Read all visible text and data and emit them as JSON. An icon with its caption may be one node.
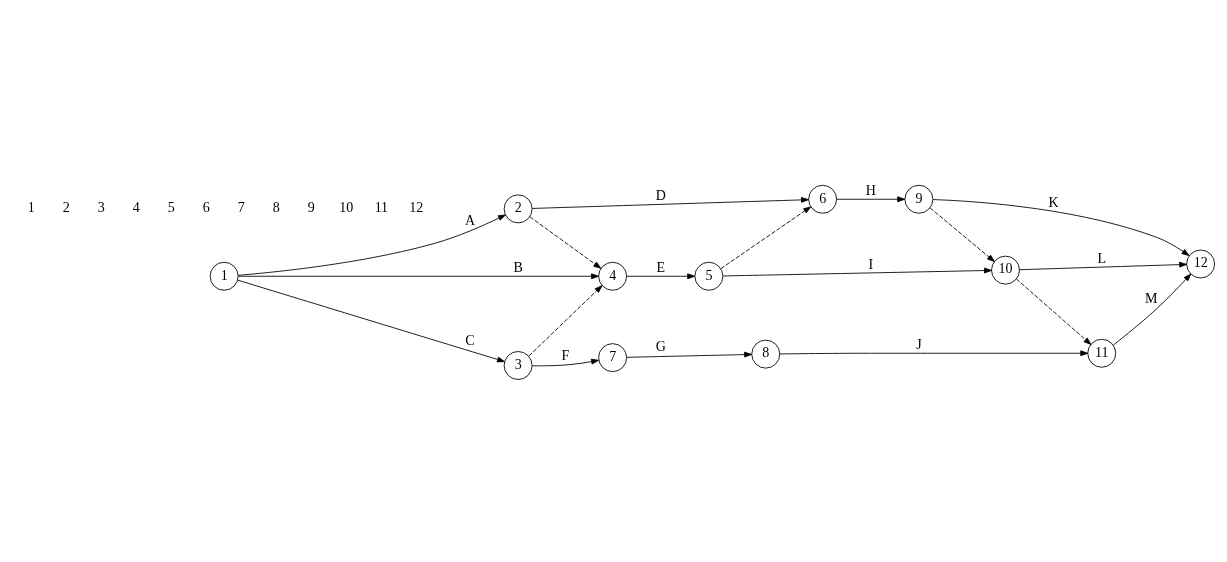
{
  "diagram": {
    "nodes": [
      {
        "text": [
          "1"
        ]
      },
      {
        "text": [
          "2"
        ]
      },
      {
        "text": [
          "3"
        ]
      },
      {
        "text": [
          "4"
        ]
      },
      {
        "text": [
          "5"
        ]
      },
      {
        "text": [
          "6"
        ]
      },
      {
        "text": [
          "7"
        ]
      },
      {
        "text": [
          "8"
        ]
      },
      {
        "text": [
          "9"
        ]
      },
      {
        "text": [
          "10"
        ]
      },
      {
        "text": [
          "11"
        ]
      },
      {
        "text": [
          "12"
        ]
      }
    ],
    "edges": [
      {
        "from": 0,
        "to": 1,
        "arrow": "to",
        "label": "A"
      },
      {
        "from": 1,
        "to": 5,
        "arrow": "to",
        "label": "D"
      },
      {
        "from": 5,
        "to": 8,
        "arrow": "to",
        "label": "H"
      },
      {
        "from": 8,
        "to": 11,
        "arrow": "to",
        "label": "K"
      },
      {
        "from": 1,
        "to": 3,
        "arrow": "to",
        "style": "dashed"
      },
      {
        "from": 4,
        "to": 5,
        "arrow": "to",
        "style": "dashed"
      },
      {
        "from": 8,
        "to": 9,
        "arrow": "to",
        "style": "dashed"
      },
      {
        "from": 0,
        "to": 3,
        "arrow": "to",
        "label": "B"
      },
      {
        "from": 3,
        "to": 4,
        "arrow": "to",
        "label": "E"
      },
      {
        "from": 4,
        "to": 9,
        "arrow": "to",
        "label": "I"
      },
      {
        "from": 9,
        "to": 11,
        "arrow": "to",
        "label": "L"
      },
      {
        "from": 2,
        "to": 3,
        "arrow": "to",
        "style": "dashed"
      },
      {
        "from": 9,
        "to": 10,
        "arrow": "to",
        "style": "dashed"
      },
      {
        "from": 0,
        "to": 2,
        "arrow": "to",
        "label": "C"
      },
      {
        "from": 2,
        "to": 6,
        "arrow": "to",
        "label": "F"
      },
      {
        "from": 6,
        "to": 7,
        "arrow": "to",
        "label": "G"
      },
      {
        "from": 7,
        "to": 10,
        "arrow": "to",
        "label": "J"
      },
      {
        "from": 10,
        "to": 11,
        "arrow": "to",
        "label": "M"
      }
    ],
    "labels": [
      "1",
      "2",
      "3",
      "4",
      "5",
      "6",
      "7",
      "8",
      "9",
      "10",
      "11",
      "12"
    ]
  }
}
